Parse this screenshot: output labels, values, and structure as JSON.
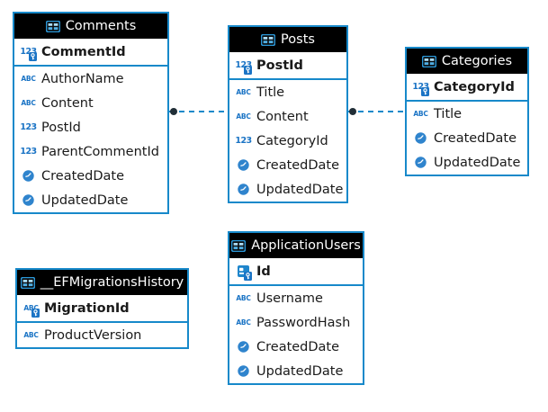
{
  "colors": {
    "accent": "#1789ca",
    "icon_blue": "#1b74c5",
    "header_bg": "#000000",
    "header_text": "#ffffff",
    "field_text": "#1a1a1a",
    "connector_dot": "#212e37"
  },
  "icons": {
    "number_glyph": "123",
    "text_glyph": "ABC"
  },
  "tables": [
    {
      "name": "Comments",
      "columns": [
        {
          "name": "CommentId",
          "icon": "number-key-icon",
          "primary_key": true
        },
        {
          "name": "AuthorName",
          "icon": "text-icon"
        },
        {
          "name": "Content",
          "icon": "text-icon"
        },
        {
          "name": "PostId",
          "icon": "number-icon"
        },
        {
          "name": "ParentCommentId",
          "icon": "number-icon"
        },
        {
          "name": "CreatedDate",
          "icon": "datetime-icon"
        },
        {
          "name": "UpdatedDate",
          "icon": "datetime-icon"
        }
      ]
    },
    {
      "name": "Posts",
      "columns": [
        {
          "name": "PostId",
          "icon": "number-key-icon",
          "primary_key": true
        },
        {
          "name": "Title",
          "icon": "text-icon"
        },
        {
          "name": "Content",
          "icon": "text-icon"
        },
        {
          "name": "CategoryId",
          "icon": "number-icon"
        },
        {
          "name": "CreatedDate",
          "icon": "datetime-icon"
        },
        {
          "name": "UpdatedDate",
          "icon": "datetime-icon"
        }
      ]
    },
    {
      "name": "Categories",
      "columns": [
        {
          "name": "CategoryId",
          "icon": "number-key-icon",
          "primary_key": true
        },
        {
          "name": "Title",
          "icon": "text-icon"
        },
        {
          "name": "CreatedDate",
          "icon": "datetime-icon"
        },
        {
          "name": "UpdatedDate",
          "icon": "datetime-icon"
        }
      ]
    },
    {
      "name": "ApplicationUsers",
      "columns": [
        {
          "name": "Id",
          "icon": "id-card-key-icon",
          "primary_key": true
        },
        {
          "name": "Username",
          "icon": "text-icon"
        },
        {
          "name": "PasswordHash",
          "icon": "text-icon"
        },
        {
          "name": "CreatedDate",
          "icon": "datetime-icon"
        },
        {
          "name": "UpdatedDate",
          "icon": "datetime-icon"
        }
      ]
    },
    {
      "name": "__EFMigrationsHistory",
      "columns": [
        {
          "name": "MigrationId",
          "icon": "text-key-icon",
          "primary_key": true
        },
        {
          "name": "ProductVersion",
          "icon": "text-icon"
        }
      ]
    }
  ],
  "connections": [
    {
      "from": "Comments",
      "to": "Posts",
      "style": "dashed",
      "endpoint": "dot-on-comments-side"
    },
    {
      "from": "Posts",
      "to": "Categories",
      "style": "dashed",
      "endpoint": "dot-on-posts-side"
    }
  ]
}
